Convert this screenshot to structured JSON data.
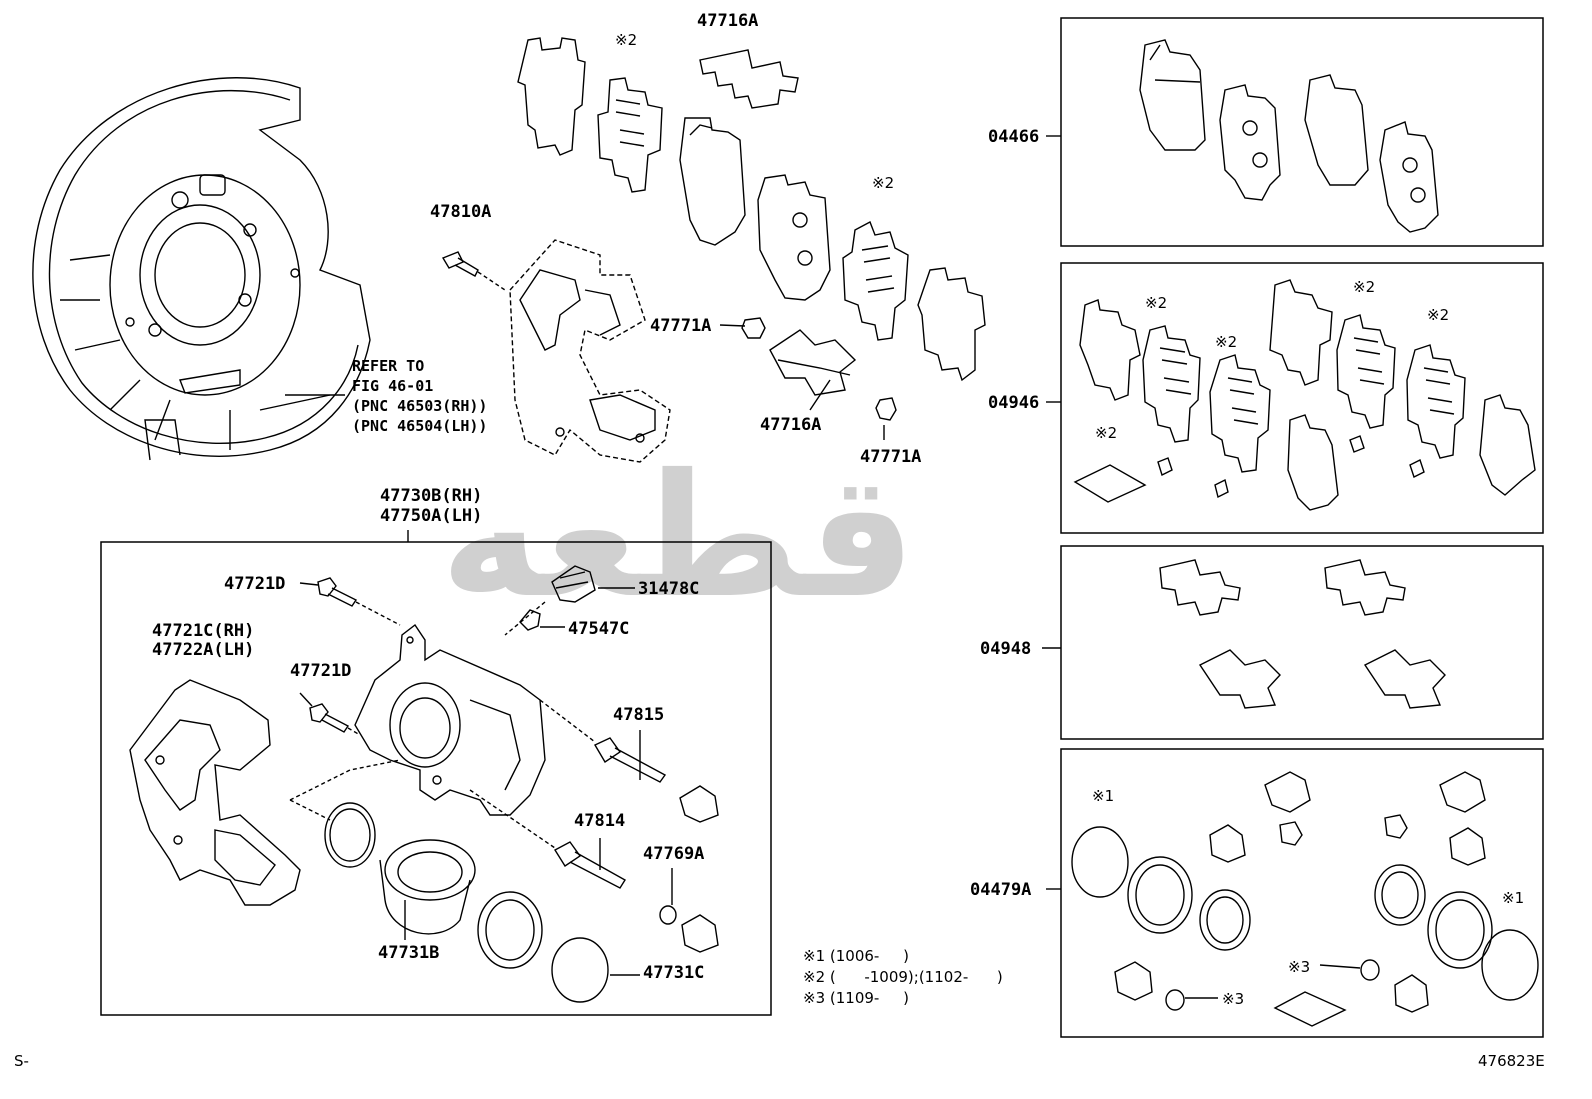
{
  "labels": {
    "l_47716A_top": "47716A",
    "l_47810A": "47810A",
    "l_47771A_1": "47771A",
    "l_47716A_mid": "47716A",
    "l_47771A_2": "47771A",
    "l_47730B": "47730B(RH)",
    "l_47750A": "47750A(LH)",
    "l_47721D_1": "47721D",
    "l_31478C": "31478C",
    "l_47547C": "47547C",
    "l_47721C": "47721C(RH)",
    "l_47722A": "47722A(LH)",
    "l_47721D_2": "47721D",
    "l_47815": "47815",
    "l_47814": "47814",
    "l_47769A": "47769A",
    "l_47731B": "47731B",
    "l_47731C": "47731C",
    "l_04466": "04466",
    "l_04946": "04946",
    "l_04948": "04948",
    "l_04479A": "04479A"
  },
  "refer": {
    "line1": "REFER TO",
    "line2": "FIG 46-01",
    "line3": "(PNC 46503(RH))",
    "line4": "(PNC 46504(LH))"
  },
  "marks": {
    "m1": "※2",
    "m2": "※2",
    "m3": "※2",
    "m4": "※2",
    "m5": "※2",
    "m6": "※2",
    "m7": "※2",
    "m8": "※1",
    "m9": "※1",
    "m10": "※3",
    "m11": "※3"
  },
  "notes": {
    "n1": "※1 (1006-     )",
    "n2": "※2 (      -1009);(1102-      )",
    "n3": "※3 (1109-     )"
  },
  "watermark": "ﻗﻄﻌﻪ",
  "footer": {
    "left": "S-",
    "right": "476823E"
  }
}
